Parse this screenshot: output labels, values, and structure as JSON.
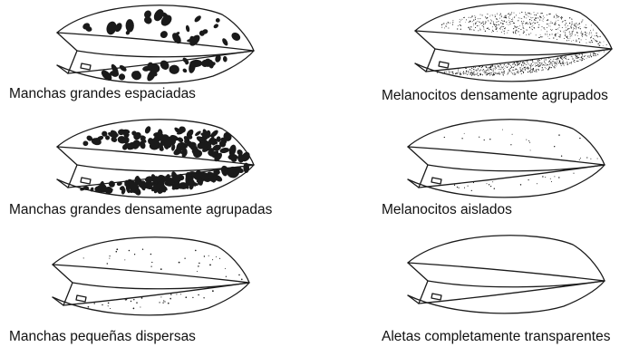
{
  "figure": {
    "panels": [
      {
        "id": "p1",
        "caption": "Manchas grandes espaciadas",
        "pattern": "large-spaced-blotches"
      },
      {
        "id": "p2",
        "caption": "Manchas grandes densamente agrupadas",
        "pattern": "large-dense-blotches"
      },
      {
        "id": "p3",
        "caption": "Manchas pequeñas dispersas",
        "pattern": "small-scattered-spots"
      },
      {
        "id": "p4",
        "caption": "Melanocitos densamente agrupados",
        "pattern": "dense-melanophores"
      },
      {
        "id": "p5",
        "caption": "Melanocitos aislados",
        "pattern": "isolated-melanophores"
      },
      {
        "id": "p6",
        "caption": "Aletas completamente transparentes",
        "pattern": "transparent"
      }
    ],
    "colors": {
      "ink": "#1a1a1a",
      "background": "#ffffff"
    }
  }
}
